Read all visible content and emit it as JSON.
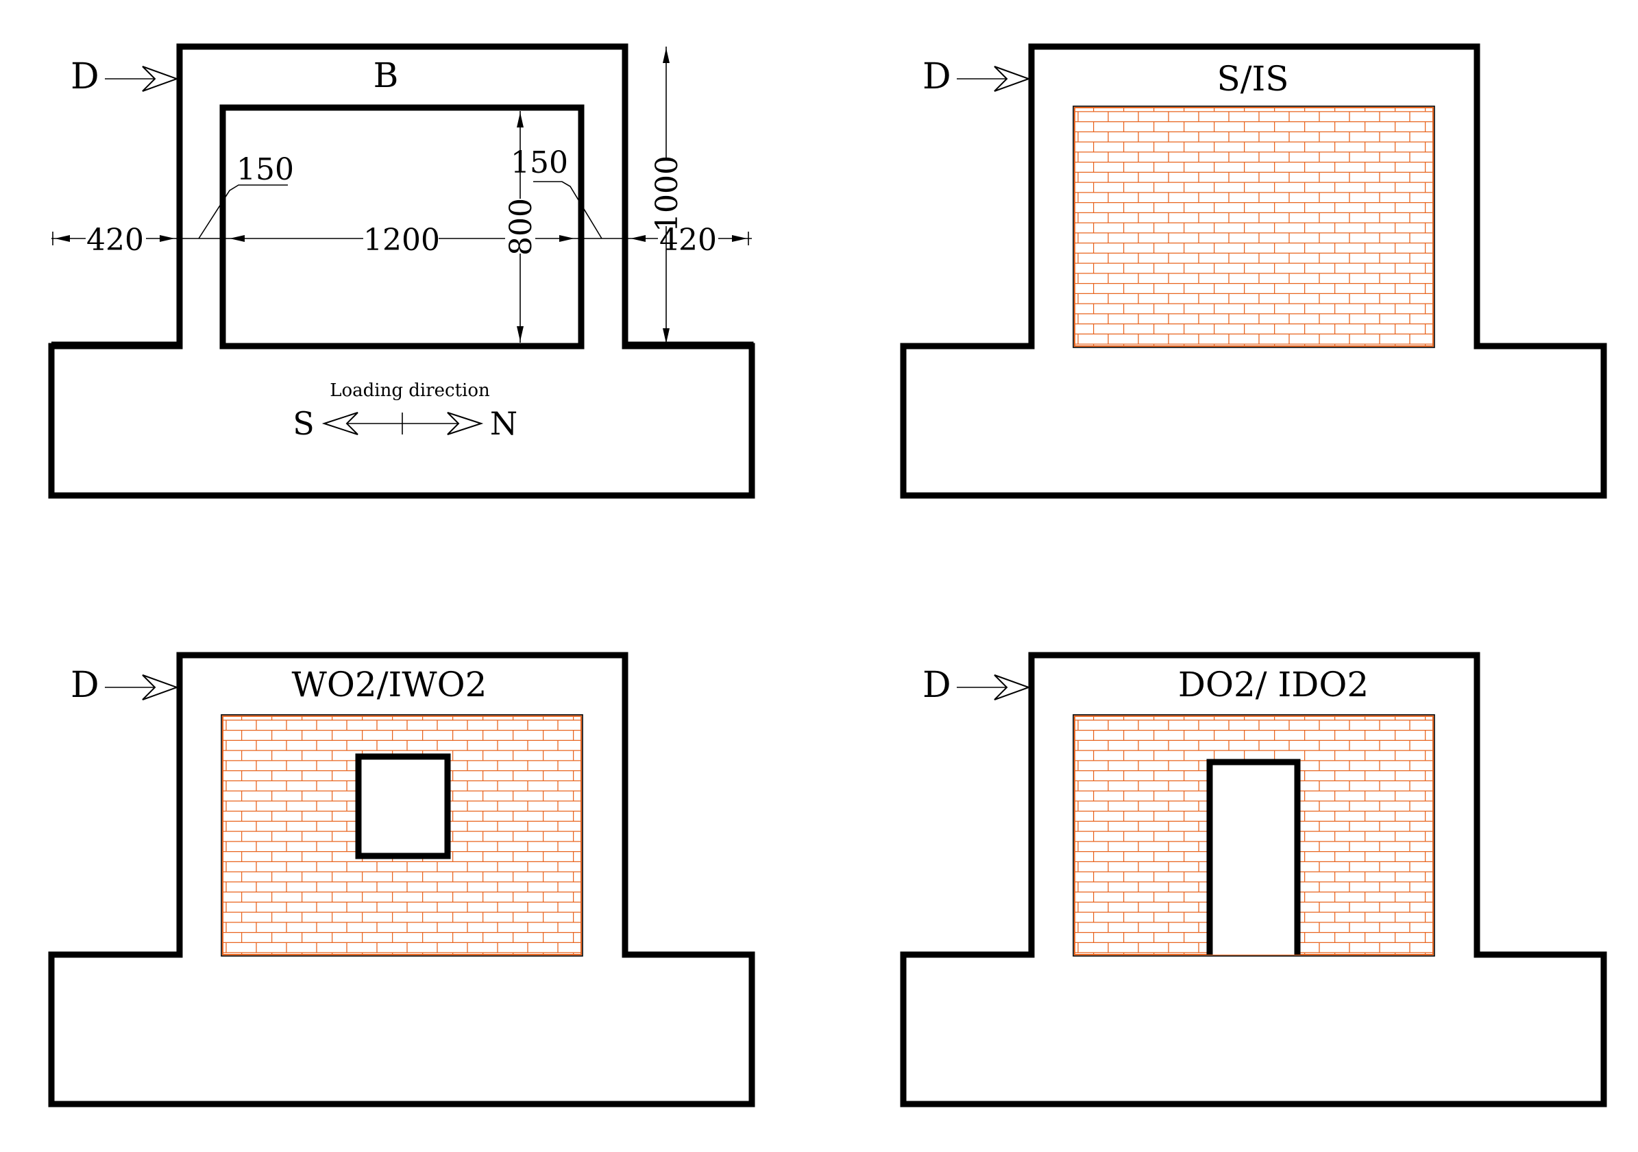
{
  "panels": [
    {
      "id": "b",
      "label": "B",
      "infill": false
    },
    {
      "id": "sis",
      "label": "S/IS",
      "infill": true
    },
    {
      "id": "wo2",
      "label": "WO2/IWO2",
      "infill": true,
      "opening": "window"
    },
    {
      "id": "do2",
      "label": "DO2/ IDO2",
      "infill": true,
      "opening": "door"
    }
  ],
  "direction_marker": "D",
  "dimensions": {
    "left_base": "420",
    "right_base": "420",
    "left_column": "150",
    "right_column": "150",
    "beam_span": "1200",
    "opening_height": "800",
    "total_height": "1000"
  },
  "loading": {
    "title": "Loading direction",
    "south": "S",
    "north": "N"
  },
  "colors": {
    "frame": "#000000",
    "brick": "#e8641e"
  }
}
